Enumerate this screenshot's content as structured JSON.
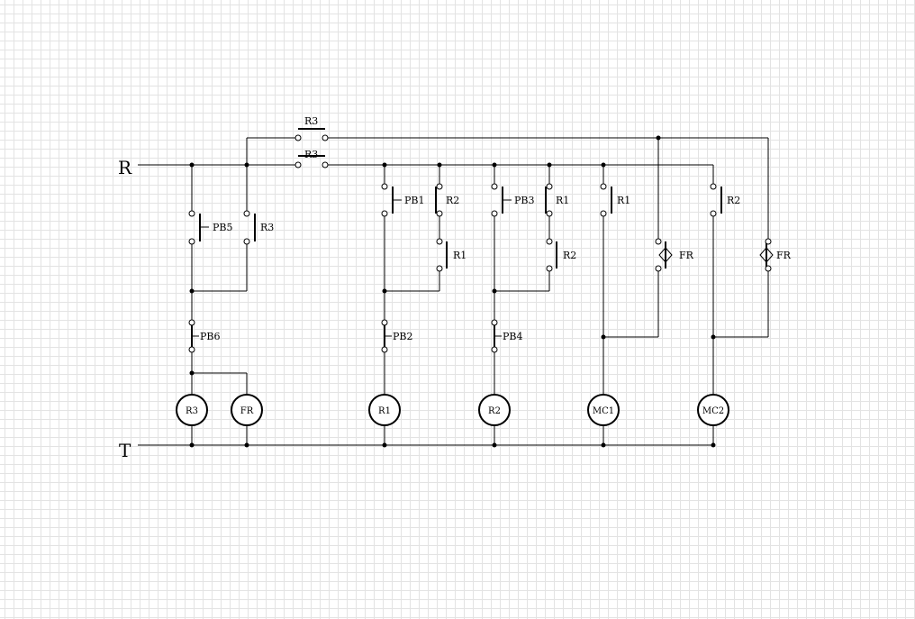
{
  "rails": {
    "top": "R",
    "bottom": "T"
  },
  "contacts": {
    "r3_top": "R3",
    "r3_bottom": "R3",
    "pb5": "PB5",
    "r3_hold": "R3",
    "pb6": "PB6",
    "pb1": "PB1",
    "r2_a": "R2",
    "r1_a": "R1",
    "pb2": "PB2",
    "pb3": "PB3",
    "r1_b": "R1",
    "r2_b": "R2",
    "pb4": "PB4",
    "r1_c": "R1",
    "fr_a": "FR",
    "r2_c": "R2",
    "fr_b": "FR"
  },
  "coils": {
    "r3": "R3",
    "fr": "FR",
    "r1": "R1",
    "r2": "R2",
    "mc1": "MC1",
    "mc2": "MC2"
  }
}
